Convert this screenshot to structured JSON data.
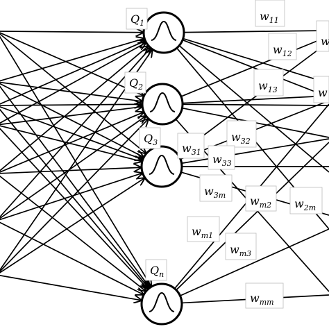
{
  "diagram": {
    "nodes": [
      {
        "id": "q1",
        "label": "Q",
        "sub": "1"
      },
      {
        "id": "q2",
        "label": "Q",
        "sub": "2"
      },
      {
        "id": "q3",
        "label": "Q",
        "sub": "3"
      },
      {
        "id": "qn",
        "label": "Q",
        "sub": "n"
      }
    ],
    "weights": [
      {
        "id": "w11",
        "label": "w",
        "sub": "11"
      },
      {
        "id": "w12",
        "label": "w",
        "sub": "12"
      },
      {
        "id": "w13",
        "label": "w",
        "sub": "13"
      },
      {
        "id": "w1x",
        "label": "w",
        "sub": ""
      },
      {
        "id": "w2x",
        "label": "w",
        "sub": ""
      },
      {
        "id": "w31",
        "label": "w",
        "sub": "31"
      },
      {
        "id": "w32",
        "label": "w",
        "sub": "32"
      },
      {
        "id": "w33",
        "label": "w",
        "sub": "33"
      },
      {
        "id": "w3m",
        "label": "w",
        "sub": "3m"
      },
      {
        "id": "wm2",
        "label": "w",
        "sub": "m2"
      },
      {
        "id": "w2m",
        "label": "w",
        "sub": "2m"
      },
      {
        "id": "wm1",
        "label": "w",
        "sub": "m1"
      },
      {
        "id": "wm3",
        "label": "w",
        "sub": "m3"
      },
      {
        "id": "wmm",
        "label": "w",
        "sub": "mm"
      }
    ],
    "edge_color": "#000000",
    "label_box_border": "#bdbdbd"
  }
}
